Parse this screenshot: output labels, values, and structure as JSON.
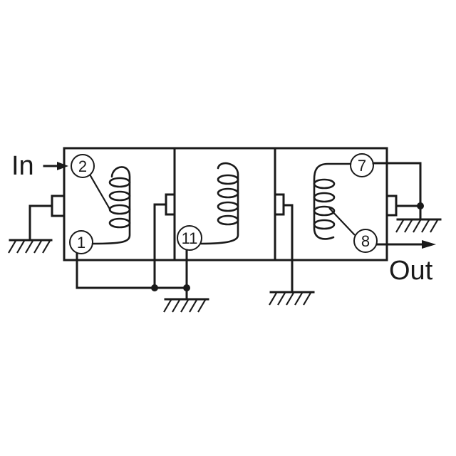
{
  "diagram": {
    "type": "circuit-schematic",
    "description": "Three-section coupled resonator filter with coils and grounded capacitors",
    "labels": {
      "input": "In",
      "output": "Out"
    },
    "terminals": [
      {
        "id": "t2",
        "label": "2"
      },
      {
        "id": "t1",
        "label": "1"
      },
      {
        "id": "t11",
        "label": "11"
      },
      {
        "id": "t7",
        "label": "7"
      },
      {
        "id": "t8",
        "label": "8"
      }
    ],
    "sections": [
      {
        "name": "input-resonator",
        "terminals": [
          "2",
          "1"
        ]
      },
      {
        "name": "middle-resonator",
        "terminals": [
          "11"
        ]
      },
      {
        "name": "output-resonator",
        "terminals": [
          "7",
          "8"
        ]
      }
    ],
    "colors": {
      "line": "#1a1a1a",
      "background": "#ffffff"
    }
  }
}
